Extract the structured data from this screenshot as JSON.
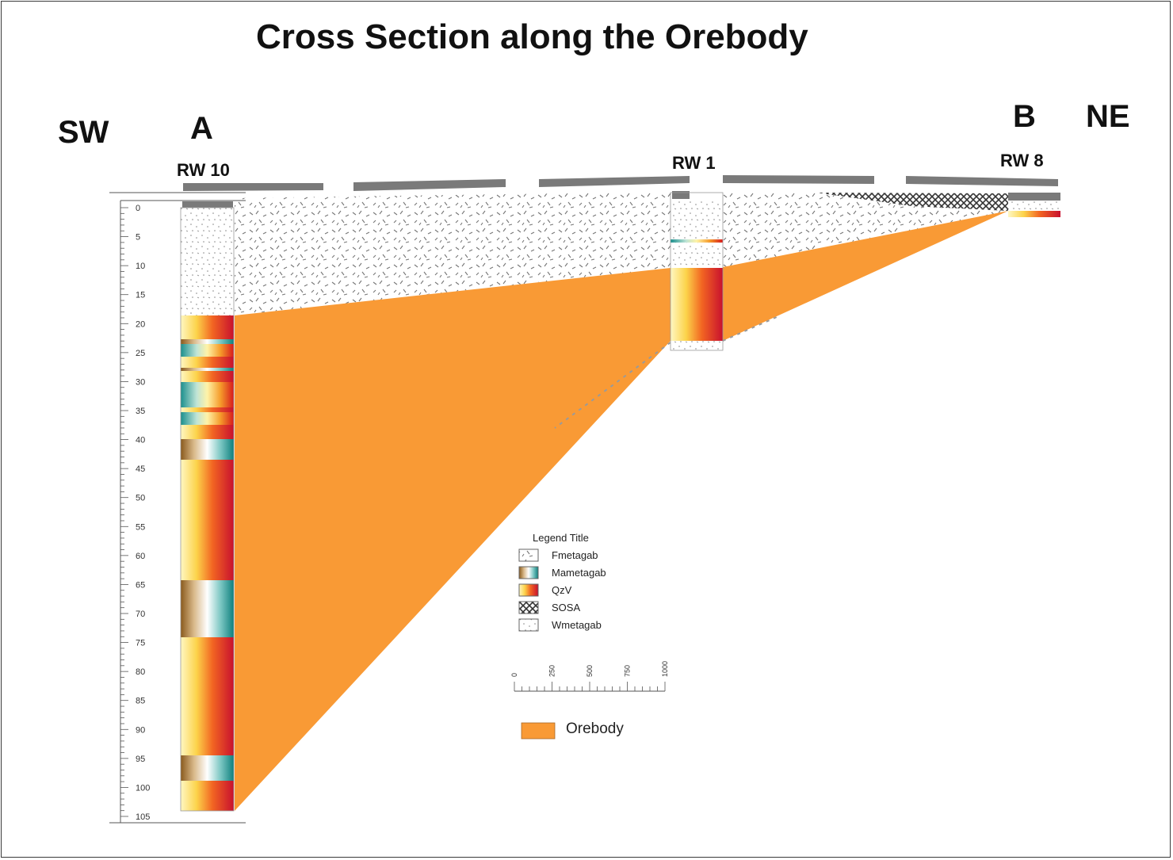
{
  "title": "Cross Section along the Orebody",
  "directions": {
    "left": "SW",
    "right": "NE"
  },
  "section_ends": {
    "start": "A",
    "end": "B"
  },
  "wells": [
    "RW 10",
    "RW 1",
    "RW 8"
  ],
  "depth_scale": {
    "ticks": [
      "0",
      "5",
      "10",
      "15",
      "20",
      "25",
      "30",
      "35",
      "40",
      "45",
      "50",
      "55",
      "60",
      "65",
      "70",
      "75",
      "80",
      "85",
      "90",
      "95",
      "100",
      "105"
    ]
  },
  "legend": {
    "title": "Legend Title",
    "items": [
      "Fmetagab",
      "Mametagab",
      "QzV",
      "SOSA",
      "Wmetagab"
    ]
  },
  "horizontal_scale": {
    "ticks": [
      "0",
      "250",
      "500",
      "750",
      "1000"
    ]
  },
  "orebody_legend": {
    "label": "Orebody",
    "color": "#f99a35"
  }
}
